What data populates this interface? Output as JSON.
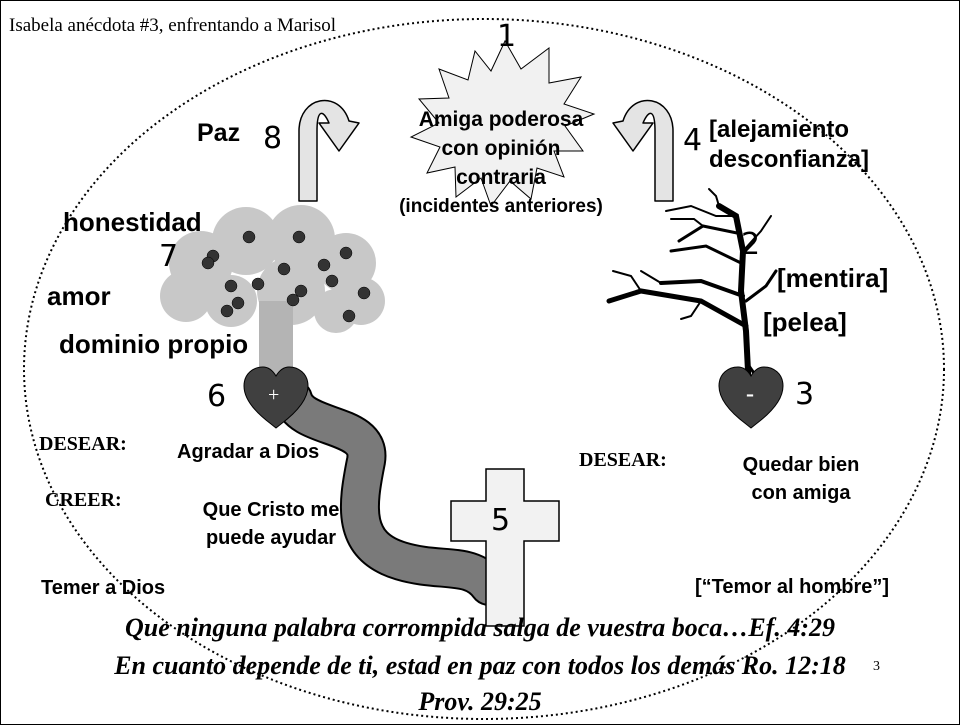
{
  "header": {
    "title": "Isabela anécdota #3, enfrentando a Marisol"
  },
  "center": {
    "number": "1",
    "lines": [
      "Amiga poderosa",
      "con opinión",
      "contraria",
      "(incidentes anteriores)"
    ]
  },
  "left": {
    "peace_label": "Paz",
    "peace_number": "8",
    "fruits": {
      "honesty": "honestidad",
      "number": "7",
      "love": "amor",
      "self_control": "dominio propio"
    },
    "heart": {
      "number": "6",
      "symbol": "+"
    },
    "desire_label": "DESEAR:",
    "desire_value": "Agradar a Dios",
    "believe_label": "CREER:",
    "believe_value": [
      "Que Cristo me",
      "puede ayudar"
    ],
    "fear": "Temer a Dios"
  },
  "right": {
    "turn_number": "4",
    "turn_label": [
      "[alejamiento",
      "desconfianza]"
    ],
    "branch_number": "2",
    "fruits": {
      "lie": "[mentira]",
      "fight": "[pelea]"
    },
    "heart": {
      "number": "3",
      "symbol": "-"
    },
    "desire_label": "DESEAR:",
    "desire_value": [
      "Quedar bien",
      "con amiga"
    ],
    "fear": "[“Temor al hombre”]"
  },
  "cross": {
    "number": "5"
  },
  "verses": [
    "Que ninguna palabra corrompida salga de vuestra boca…Ef. 4:29",
    "En cuanto depende de ti, estad en paz con todos los demás Ro. 12:18",
    "Prov. 29:25"
  ],
  "slide_number": "3",
  "colors": {
    "tree_foliage": "#c8c8c8",
    "tree_trunk": "#b4b4b4",
    "heart": "#404040",
    "path": "#7a7a7a",
    "cross_fill": "#f2f2f2",
    "arrow_fill": "#e4e4e4",
    "apple": "#333333"
  }
}
